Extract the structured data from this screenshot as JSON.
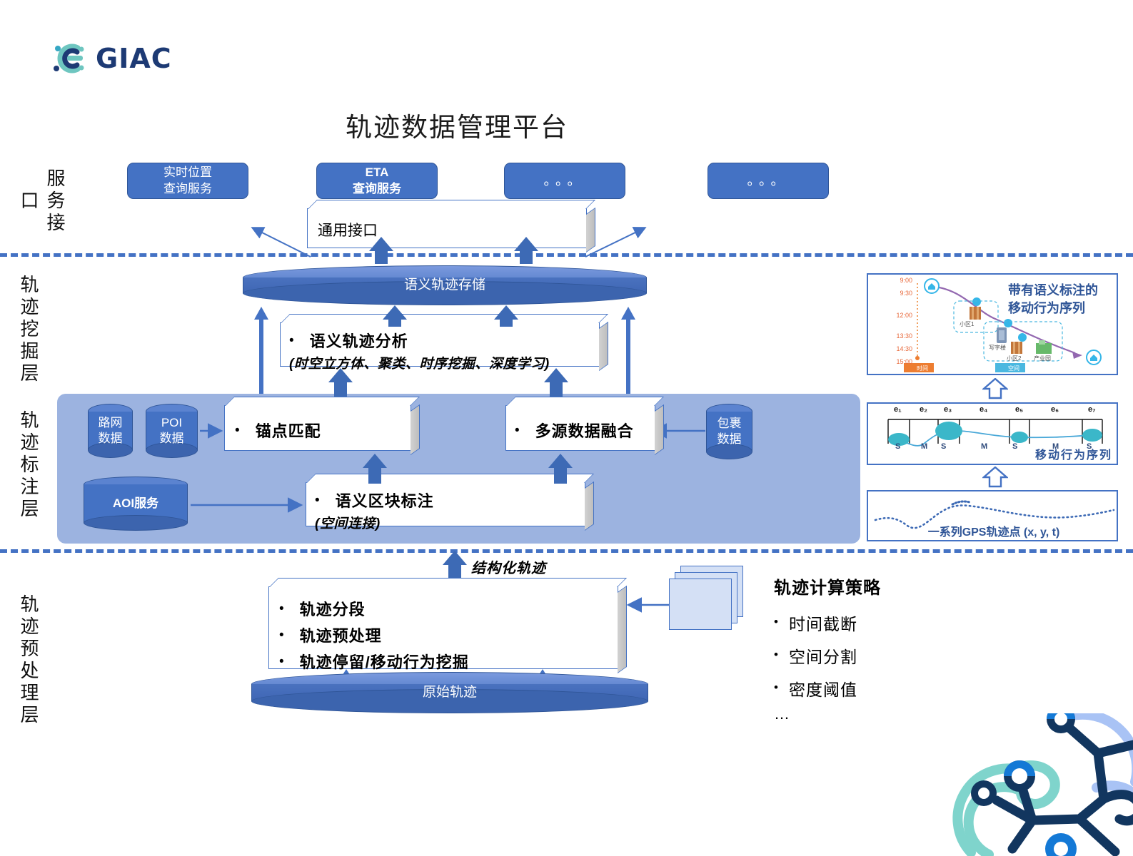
{
  "brand": {
    "name": "GIAC",
    "logo_icon": "giac-logo-icon"
  },
  "page_title": "轨迹数据管理平台",
  "layers": [
    {
      "id": "service",
      "label": "服务接口"
    },
    {
      "id": "mining",
      "label": "轨迹挖掘层"
    },
    {
      "id": "annotate",
      "label": "轨迹标注层"
    },
    {
      "id": "preproc",
      "label": "轨迹预处理层"
    }
  ],
  "service_layer": {
    "pills": [
      {
        "label_line1": "实时位置",
        "label_line2": "查询服务",
        "bold": false
      },
      {
        "label_line1": "ETA",
        "label_line2": "查询服务",
        "bold": true
      },
      {
        "label_line1": "。。。",
        "label_line2": "",
        "bold": false
      },
      {
        "label_line1": "。。。",
        "label_line2": "",
        "bold": false
      }
    ],
    "interface_box": "通用接口"
  },
  "mining_layer": {
    "storage_cylinder": "语义轨迹存储",
    "analysis_box": {
      "title": "语义轨迹分析",
      "subtitle": "(时空立方体、聚类、时序挖掘、深度学习)"
    }
  },
  "annotation_layer": {
    "sources": [
      {
        "line1": "路网",
        "line2": "数据"
      },
      {
        "line1": "POI",
        "line2": "数据"
      },
      {
        "line1": "AOI服务",
        "line2": ""
      },
      {
        "line1": "包裹",
        "line2": "数据"
      }
    ],
    "anchor_box": "锚点匹配",
    "fusion_box": "多源数据融合",
    "semantic_block": {
      "title": "语义区块标注",
      "subtitle": "(空间连接)"
    }
  },
  "preprocess_layer": {
    "structured_label": "结构化轨迹",
    "tasks": [
      "轨迹分段",
      "轨迹预处理",
      "轨迹停留/移动行为挖掘"
    ],
    "raw_cylinder": "原始轨迹"
  },
  "strategy_panel": {
    "title": "轨迹计算策略",
    "items": [
      "时间截断",
      "空间分割",
      "密度阈值"
    ],
    "ellipsis": "…"
  },
  "illustrations": {
    "semantic_card": {
      "title_line1": "带有语义标注的",
      "title_line2": "移动行为序列",
      "time_ticks": [
        "9:00",
        "9:30",
        "12:00",
        "13:30",
        "14:30",
        "15:00"
      ],
      "axis_time_label": "时间",
      "axis_space_label": "空间",
      "place_labels": [
        "小区1",
        "写字楼",
        "小区2",
        "产业园"
      ]
    },
    "sequence_card": {
      "caption": "移动行为序列",
      "events": [
        "e₁",
        "e₂",
        "e₃",
        "e₄",
        "e₅",
        "e₆",
        "e₇"
      ],
      "states": [
        "S",
        "M",
        "S",
        "M",
        "S",
        "M",
        "S"
      ]
    },
    "gps_card": {
      "caption": "一系列GPS轨迹点 (x, y, t)"
    }
  },
  "colors": {
    "accent_blue": "#4472C4",
    "dark_blue": "#2f5597",
    "panel_blue": "#9cb3e0",
    "navy": "#1d3a74",
    "teal": "#63c9c2",
    "orange": "#ed7d31"
  }
}
